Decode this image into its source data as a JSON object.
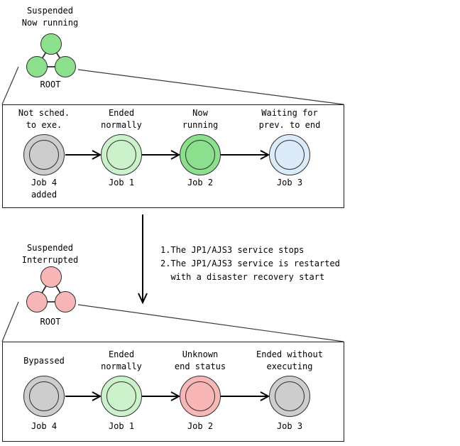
{
  "top": {
    "state_label": "Suspended\nNow running",
    "root_label": "ROOT",
    "icon_fill": "#8CDF8C",
    "jobs": [
      {
        "status": "Not sched.\nto exe.",
        "name": "Job 4\nadded",
        "fill": "#CDCDCD"
      },
      {
        "status": "Ended\nnormally",
        "name": "Job 1",
        "fill": "#CCF2CC"
      },
      {
        "status": "Now\nrunning",
        "name": "Job 2",
        "fill": "#8CDF8C"
      },
      {
        "status": "Waiting for\nprev. to end",
        "name": "Job 3",
        "fill": "#DBEBF9"
      }
    ]
  },
  "transition": {
    "note": "1.The JP1/AJS3 service stops\n2.The JP1/AJS3 service is restarted\n  with a disaster recovery start"
  },
  "bottom": {
    "state_label": "Suspended\nInterrupted",
    "root_label": "ROOT",
    "icon_fill": "#F8B6B6",
    "jobs": [
      {
        "status": "Bypassed",
        "name": "Job 4",
        "fill": "#CDCDCD"
      },
      {
        "status": "Ended\nnormally",
        "name": "Job 1",
        "fill": "#CCF2CC"
      },
      {
        "status": "Unknown\nend status",
        "name": "Job 2",
        "fill": "#F8B6B6"
      },
      {
        "status": "Ended without\nexecuting",
        "name": "Job 3",
        "fill": "#CDCDCD"
      }
    ]
  },
  "status_colors": {
    "now_running": "#8CDF8C",
    "ended_normally": "#CCF2CC",
    "waiting": "#DBEBF9",
    "abnormal": "#F8B6B6",
    "not_scheduled": "#CDCDCD"
  }
}
